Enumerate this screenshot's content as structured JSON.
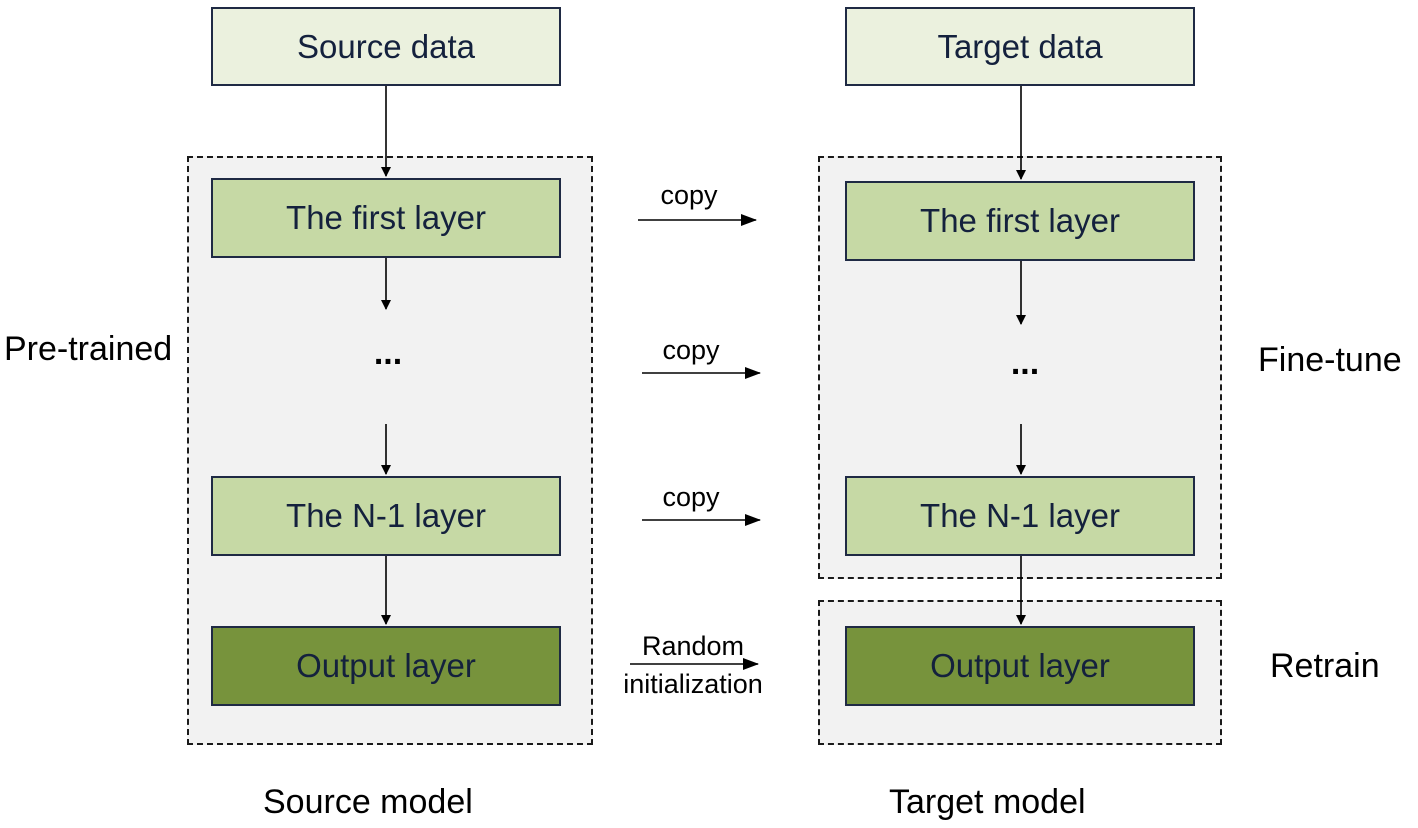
{
  "source": {
    "data_label": "Source data",
    "first_layer": "The first layer",
    "ellipsis": "...",
    "n1_layer": "The N-1 layer",
    "output_layer": "Output layer",
    "caption": "Source model"
  },
  "target": {
    "data_label": "Target data",
    "first_layer": "The first layer",
    "ellipsis": "...",
    "n1_layer": "The N-1 layer",
    "output_layer": "Output layer",
    "caption": "Target model"
  },
  "transfer": {
    "copy_1": "copy",
    "copy_2": "copy",
    "copy_3": "copy",
    "init_line1": "Random",
    "init_line2": "initialization"
  },
  "side_labels": {
    "pretrained": "Pre-trained",
    "finetune": "Fine-tune",
    "retrain": "Retrain"
  },
  "colors": {
    "data_box": "#ebf1de",
    "layer_box": "#c6d9a5",
    "output_box": "#77933c",
    "region_fill": "#f2f2f2",
    "box_border": "#1f2a44"
  }
}
